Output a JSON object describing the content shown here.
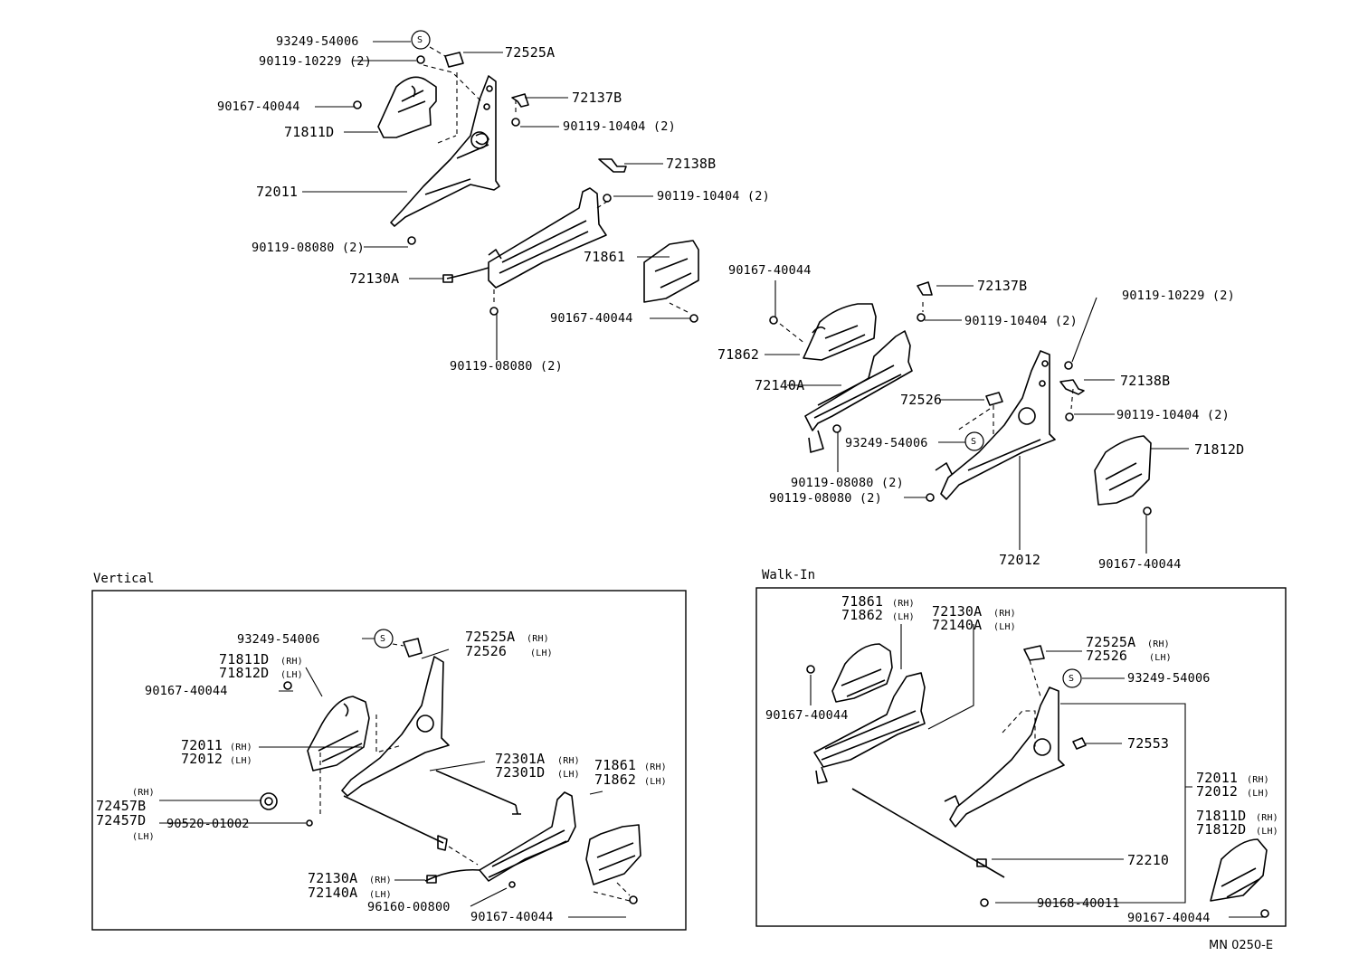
{
  "main": {
    "labels": [
      "93249-54006",
      "90119-10229 (2)",
      "72525A",
      "72137B",
      "90167-40044",
      "90119-10404 (2)",
      "71811D",
      "72138B",
      "72011",
      "90119-10404 (2)",
      "90119-08080 (2)",
      "71861",
      "72130A",
      "90167-40044",
      "90119-08080 (2)",
      "90167-40044",
      "72137B",
      "90119-10229 (2)",
      "90119-10404 (2)",
      "71862",
      "72140A",
      "72138B",
      "72526",
      "90119-10404 (2)",
      "93249-54006",
      "71812D",
      "90119-08080 (2)",
      "90119-08080 (2)",
      "72012",
      "90167-40044"
    ],
    "s_marks": [
      "S",
      "S"
    ]
  },
  "vertical": {
    "title": "Vertical",
    "s_mark": "S",
    "labels": {
      "screw": "93249-54006",
      "cover_rh": "72525A",
      "cover_rh_side": "(RH)",
      "cover_lh": "72526",
      "cover_lh_side": "(LH)",
      "shield_rh": "71811D",
      "shield_rh_side": "(RH)",
      "shield_lh": "71812D",
      "shield_lh_side": "(LH)",
      "bolt1": "90167-40044",
      "adj_rh": "72011",
      "adj_rh_side": "(RH)",
      "adj_lh": "72012",
      "adj_lh_side": "(LH)",
      "rod_rh": "72301A",
      "rod_rh_side": "(RH)",
      "rod_lh": "72301D",
      "rod_lh_side": "(LH)",
      "track_shield_rh": "71861",
      "track_shield_rh_side": "(RH)",
      "track_shield_lh": "71862",
      "track_shield_lh_side": "(LH)",
      "knob_rh_side": "(RH)",
      "knob_rh": "72457B",
      "knob_lh": "72457D",
      "knob_lh_side": "(LH)",
      "pin": "90520-01002",
      "track_rh": "72130A",
      "track_rh_side": "(RH)",
      "track_lh": "72140A",
      "track_lh_side": "(LH)",
      "ring": "96160-00800",
      "bolt2": "90167-40044"
    }
  },
  "walkin": {
    "title": "Walk-In",
    "s_mark": "S",
    "labels": {
      "track_shield_rh": "71861",
      "track_shield_rh_side": "(RH)",
      "track_shield_lh": "71862",
      "track_shield_lh_side": "(LH)",
      "track_rh": "72130A",
      "track_rh_side": "(RH)",
      "track_lh": "72140A",
      "track_lh_side": "(LH)",
      "cover_rh": "72525A",
      "cover_rh_side": "(RH)",
      "cover_lh": "72526",
      "cover_lh_side": "(LH)",
      "screw": "93249-54006",
      "bolt1": "90167-40044",
      "stopper": "72553",
      "adj_rh": "72011",
      "adj_rh_side": "(RH)",
      "adj_lh": "72012",
      "adj_lh_side": "(LH)",
      "shield_rh": "71811D",
      "shield_rh_side": "(RH)",
      "shield_lh": "71812D",
      "shield_lh_side": "(LH)",
      "cable": "72210",
      "bolt2": "90168-40011",
      "bolt3": "90167-40044"
    }
  },
  "diagram_code": "MN 0250-E"
}
